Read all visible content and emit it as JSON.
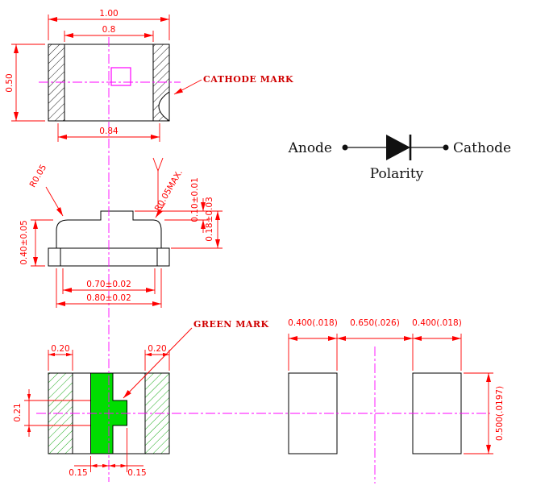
{
  "colors": {
    "dimension": "#ff0000",
    "centerline": "#ff00ff",
    "outline": "#000000",
    "green_mark": "#00dd00",
    "callout": "#d00000",
    "polarity_text": "#111111"
  },
  "top_view": {
    "dim_width": "1.00",
    "dim_inner": "0.8",
    "dim_height": "0.50",
    "dim_bottom": "0.84",
    "callout": "CATHODE MARK"
  },
  "side_view": {
    "radius_left": "R0.05",
    "radius_right": "R0.05MAX.",
    "dim_height": "0.40±0.05",
    "dim_step": "0.10±0.01",
    "dim_total": "0.18±0.03",
    "dim_inner_width": "0.70±0.02",
    "dim_outer_width": "0.80±0.02"
  },
  "bottom_view": {
    "dim_left_term": "0.20",
    "dim_right_term": "0.20",
    "dim_mark": "0.21",
    "dim_offset_left": "0.15",
    "dim_offset_right": "0.15",
    "callout": "GREEN MARK"
  },
  "polarity": {
    "anode": "Anode",
    "cathode": "Cathode",
    "title": "Polarity"
  },
  "pad_layout": {
    "dim_left": "0.400(.018)",
    "dim_gap": "0.650(.026)",
    "dim_right": "0.400(.018)",
    "dim_height": "0.500(.0197)"
  }
}
